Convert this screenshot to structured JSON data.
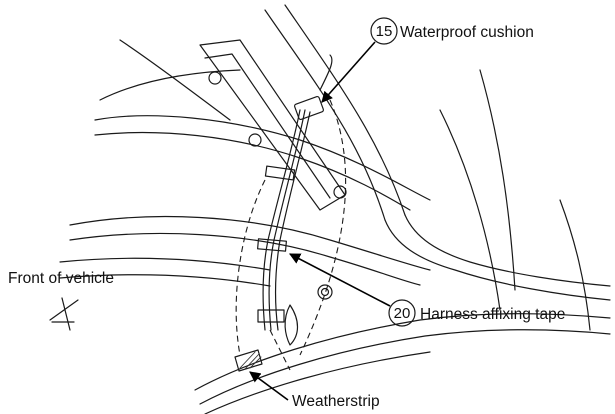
{
  "callouts": [
    {
      "number": "15",
      "label": "Waterproof cushion"
    },
    {
      "number": "20",
      "label": "Harness affixing tape"
    }
  ],
  "labels": {
    "front_of_vehicle": "Front of vehicle",
    "weatherstrip": "Weatherstrip"
  }
}
